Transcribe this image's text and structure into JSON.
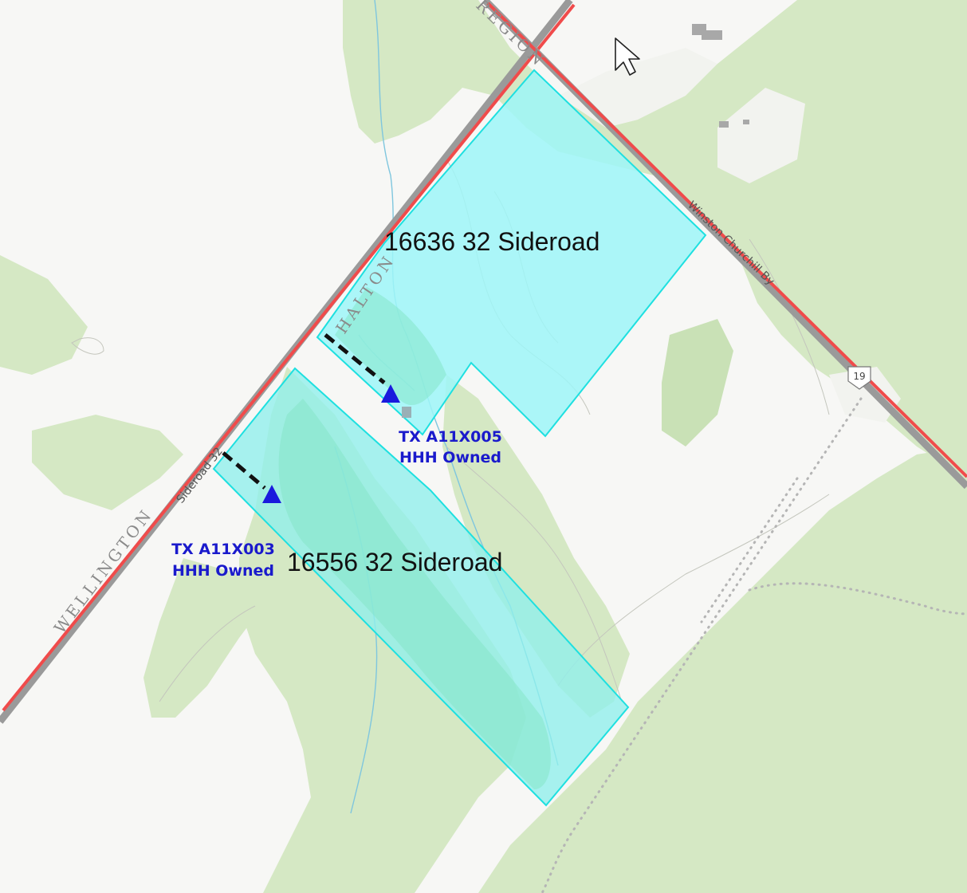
{
  "map": {
    "parcels": [
      {
        "id": "parcel-16636",
        "label": "16636 32 Sideroad",
        "fill": "#9ef6f8",
        "stroke": "#1ee0e0"
      },
      {
        "id": "parcel-16556",
        "label": "16556 32 Sideroad",
        "fill": "#8ff0ec",
        "stroke": "#1ee0e0"
      }
    ],
    "transformers": [
      {
        "id": "tx-a11x005",
        "line1": "TX A11X005",
        "line2": "HHH Owned",
        "color": "#1a1acc"
      },
      {
        "id": "tx-a11x003",
        "line1": "TX A11X003",
        "line2": "HHH Owned",
        "color": "#1a1acc"
      }
    ],
    "roads": {
      "sideroad": "Sideroad 32",
      "highway": "Winston Churchill By",
      "shield": "19"
    },
    "regions": {
      "top": "REGION",
      "halton": "HALTON",
      "wellington": "WELLINGTON"
    },
    "colors": {
      "boundary": "#f04b4b",
      "road": "#9a9a9a",
      "vegetation": "#d5e8c4",
      "water": "#8fd3e8",
      "background": "#f7f7f5"
    }
  }
}
